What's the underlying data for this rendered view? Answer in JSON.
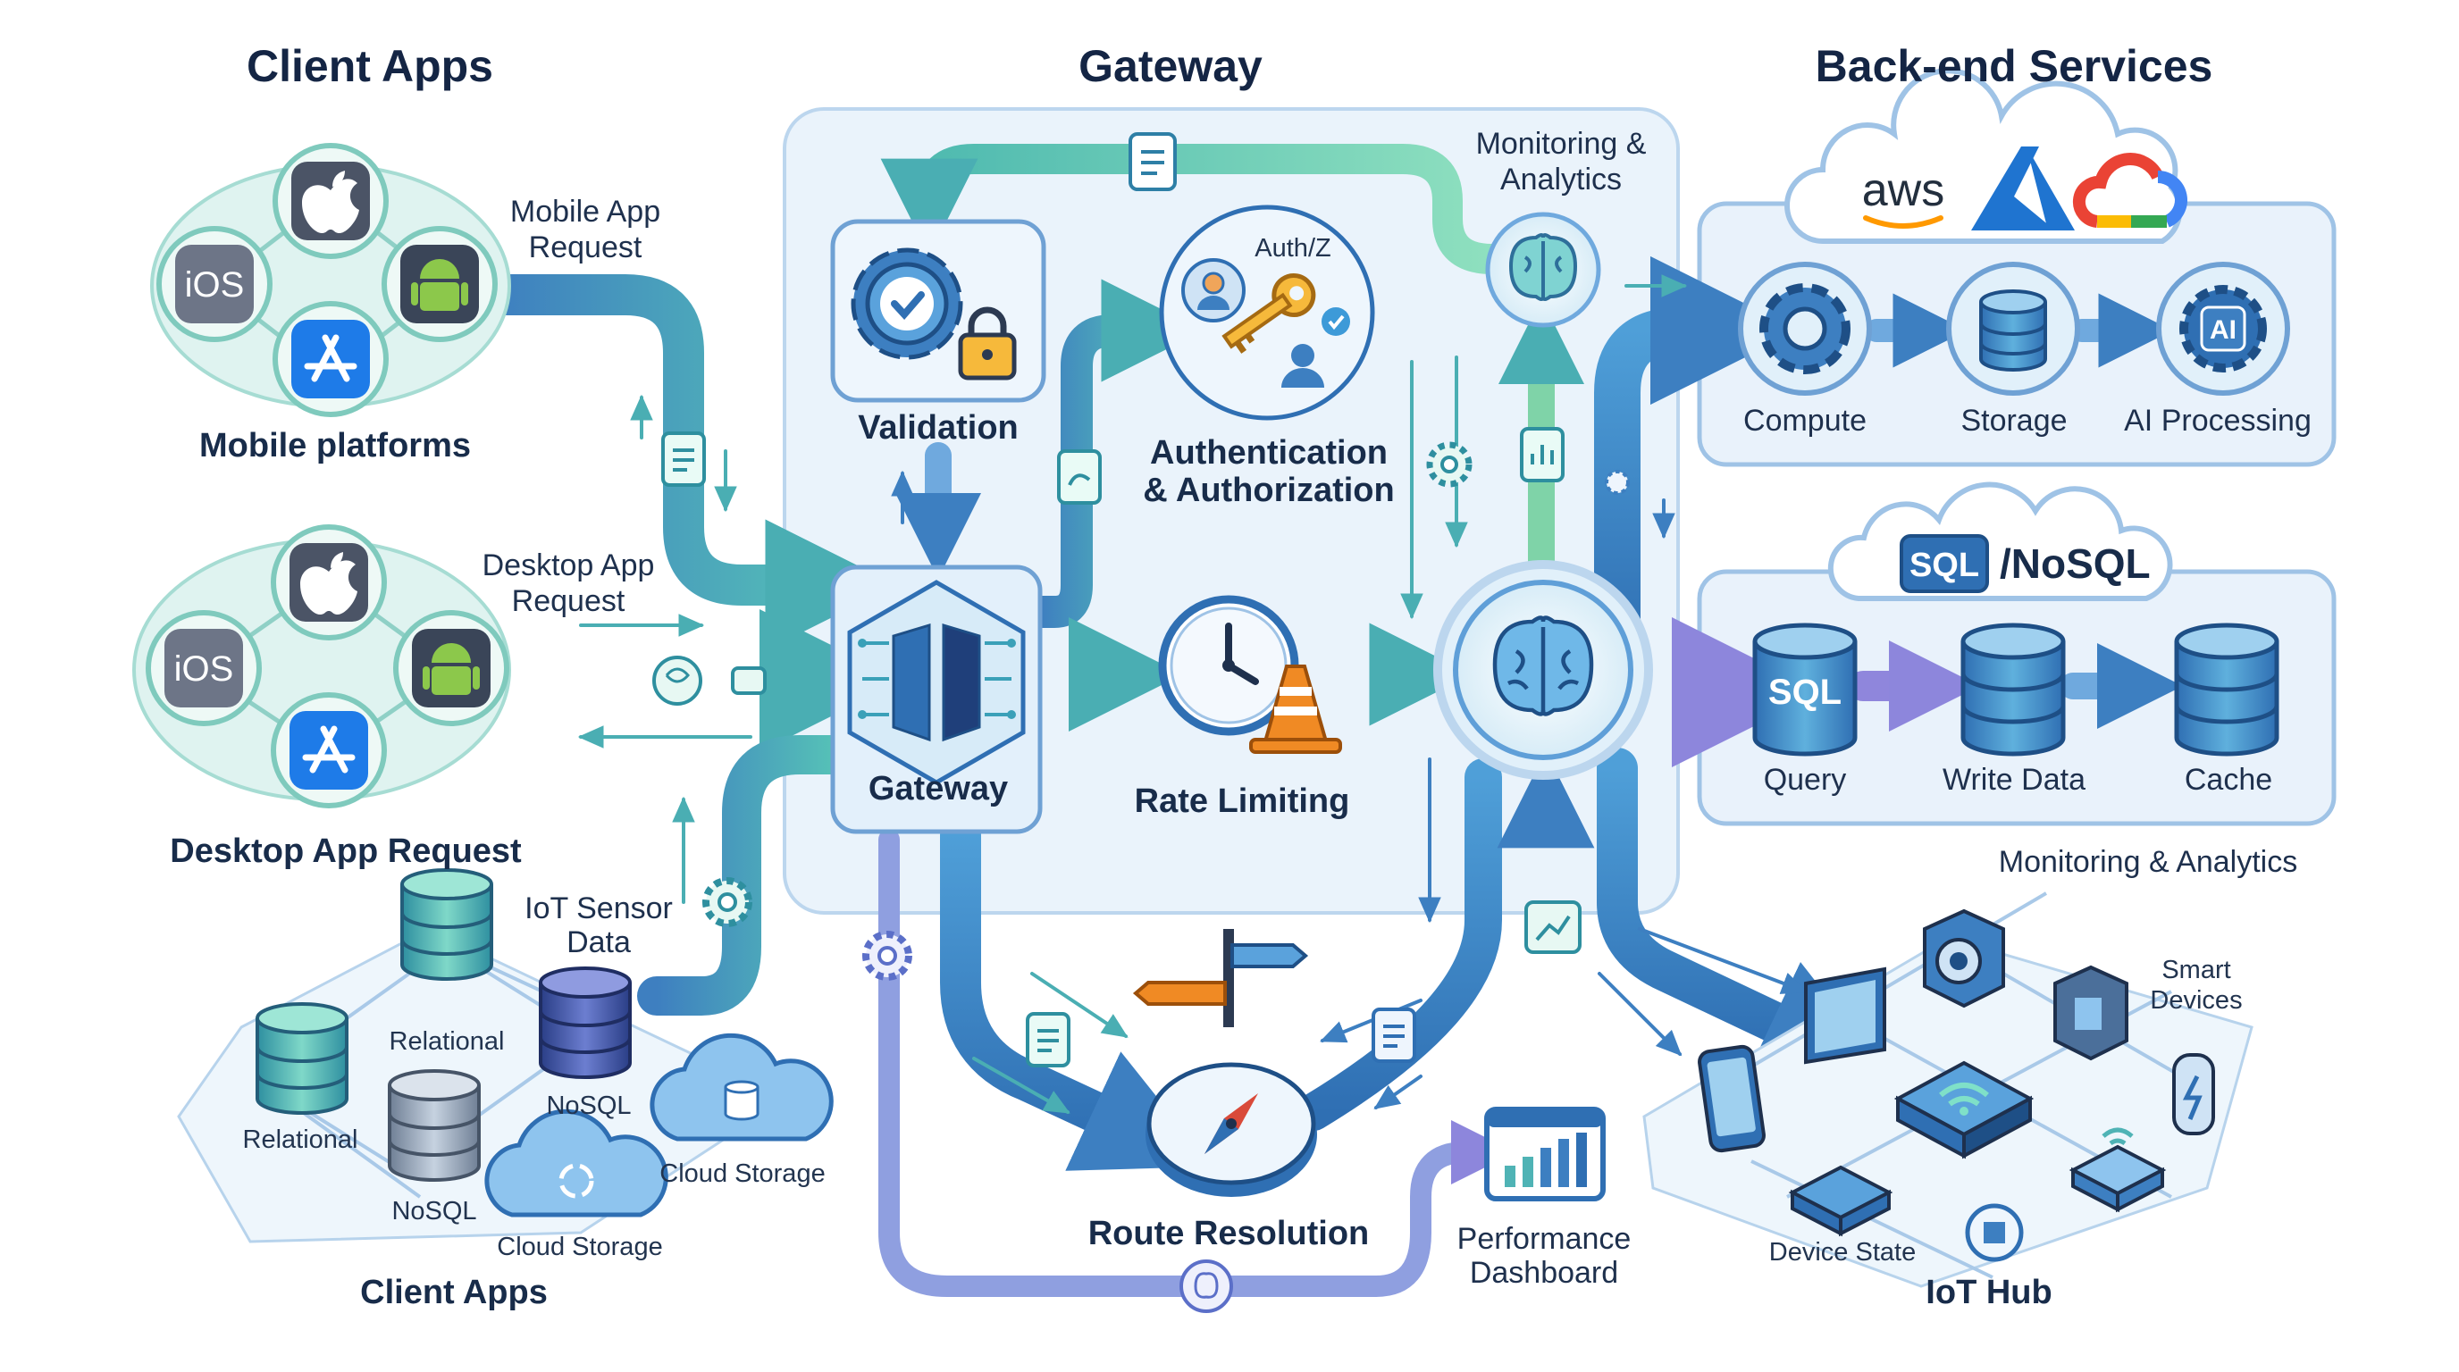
{
  "columns": {
    "client_apps": "Client Apps",
    "gateway": "Gateway",
    "backend": "Back-end Services"
  },
  "client": {
    "mobile_platforms": "Mobile platforms",
    "mobile_request": [
      "Mobile App",
      "Request"
    ],
    "desktop_request_side": [
      "Desktop App",
      "Request"
    ],
    "desktop_request": "Desktop App Request",
    "ios": "iOS",
    "iot_sensor": [
      "IoT Sensor",
      "Data"
    ],
    "db": {
      "relational_a": "Relational",
      "relational_b": "Relational",
      "nosql_a": "NoSQL",
      "nosql_b": "NoSQL",
      "cloud_a": "Cloud Storage",
      "cloud_b": "Cloud Storage"
    },
    "footer": "Client Apps"
  },
  "gateway": {
    "validation": "Validation",
    "authz_badge": "Auth/Z",
    "authn": [
      "Authentication",
      "& Authorization"
    ],
    "core": "Gateway",
    "rate_limiting": "Rate Limiting",
    "route_resolution": "Route Resolution",
    "performance": [
      "Performance",
      "Dashboard"
    ],
    "monitoring_top": [
      "Monitoring &",
      "Analytics"
    ]
  },
  "backend": {
    "cloud_logos": {
      "aws": "aws"
    },
    "compute": "Compute",
    "storage": "Storage",
    "ai_processing": "AI Processing",
    "ai_badge": "AI",
    "sql_badge": "SQL",
    "nosql_title": "/NoSQL",
    "query": "Query",
    "write_data": "Write Data",
    "cache": "Cache",
    "monitoring": "Monitoring & Analytics"
  },
  "iot": {
    "smart_devices": [
      "Smart",
      "Devices"
    ],
    "device_state": "Device State",
    "hub": "IoT Hub"
  },
  "colors": {
    "pipe_teal": "#4fb3b5",
    "pipe_blue": "#3d7fc1",
    "pipe_green": "#79d3b0",
    "pipe_purple": "#8a7fd6",
    "panel_fill": "#eaf3fb",
    "panel_stroke": "#a9c9e8",
    "aws_orange": "#ff9900",
    "azure_blue": "#1f74d0",
    "gcp_red": "#ea4335",
    "gcp_yellow": "#fbbc05",
    "gcp_green": "#34a853",
    "gcp_blue": "#4285f4",
    "cone_orange": "#f08a24"
  },
  "icons": [
    "apple-icon",
    "android-icon",
    "app-store-icon",
    "gear-check-icon",
    "padlock-icon",
    "key-icon",
    "user-icon",
    "brain-icon",
    "clock-icon",
    "traffic-cone-icon",
    "compass-icon",
    "signpost-icon",
    "bar-chart-icon",
    "database-icon",
    "cloud-icon",
    "chip-icon",
    "document-icon"
  ]
}
